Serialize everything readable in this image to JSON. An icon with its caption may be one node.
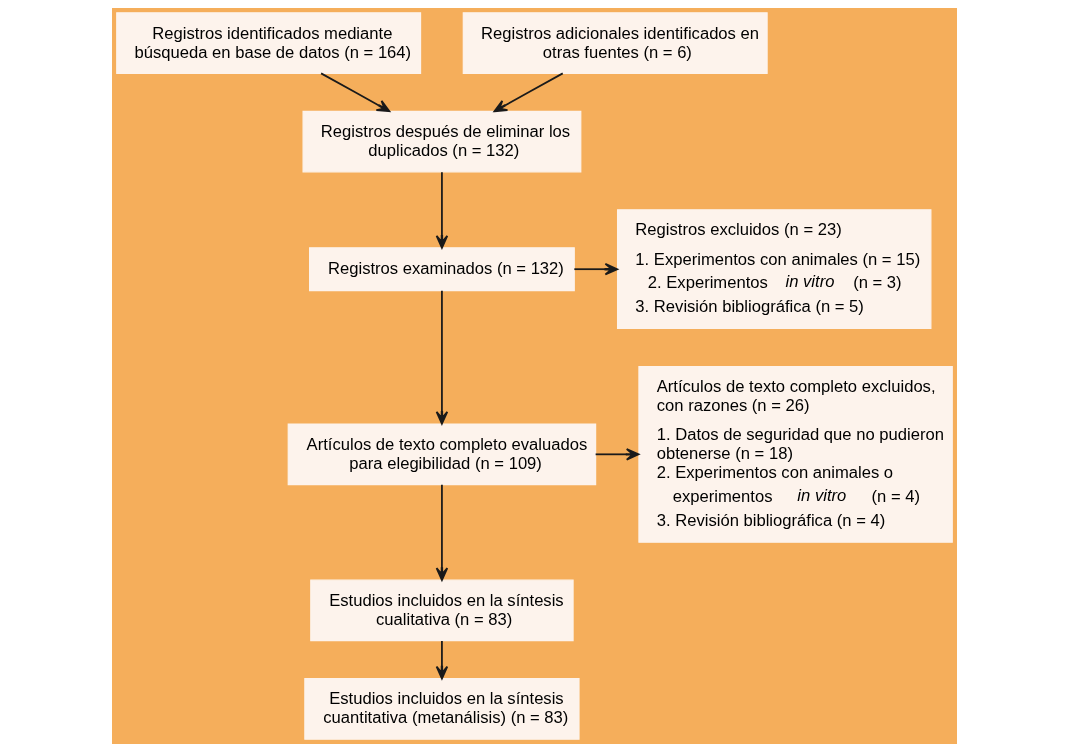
{
  "diagram": {
    "nodes": [
      {
        "text": [
          "Registros identificados mediante búsqueda en base de datos (n = 164)"
        ]
      },
      {
        "text": [
          "Registros adicionales identificados en otras fuentes (n = 6)"
        ]
      },
      {
        "text": [
          "Registros después de eliminar los duplicados (n = 132)"
        ]
      },
      {
        "text": [
          "Registros examinados (n = 132)"
        ]
      },
      {
        "text": [
          "Registros excluidos (n = 23)",
          "1. Experimentos con animales (n = 15)",
          "2. Experimentos *in vitro* (n = 3)",
          "3. Revisión bibliográfica (n = 5)"
        ]
      },
      {
        "text": [
          "Artículos de texto completo evaluados para elegibilidad (n = 109)"
        ]
      },
      {
        "text": [
          "Artículos de texto completo excluidos, con razones (n = 26)",
          "1. Datos de seguridad que no pudieron obtenerse (n = 18)",
          "2. Experimentos con animales o experimentos *in vitro* (n = 4)",
          "3. Revisión bibliográfica (n = 4)"
        ]
      },
      {
        "text": [
          "Estudios incluidos en la síntesis cualitativa (n = 83)"
        ]
      },
      {
        "text": [
          "Estudios incluidos en la síntesis cuantitativa (metanálisis) (n = 83)"
        ]
      }
    ],
    "edges": [
      {
        "from": 0,
        "to": 2,
        "arrow": "to"
      },
      {
        "from": 1,
        "to": 2,
        "arrow": "to"
      },
      {
        "from": 2,
        "to": 3,
        "arrow": "to"
      },
      {
        "from": 3,
        "to": 4,
        "arrow": "to"
      },
      {
        "from": 3,
        "to": 5,
        "arrow": "to"
      },
      {
        "from": 5,
        "to": 6,
        "arrow": "to"
      },
      {
        "from": 5,
        "to": 7,
        "arrow": "to"
      },
      {
        "from": 7,
        "to": 8,
        "arrow": "to"
      }
    ]
  }
}
